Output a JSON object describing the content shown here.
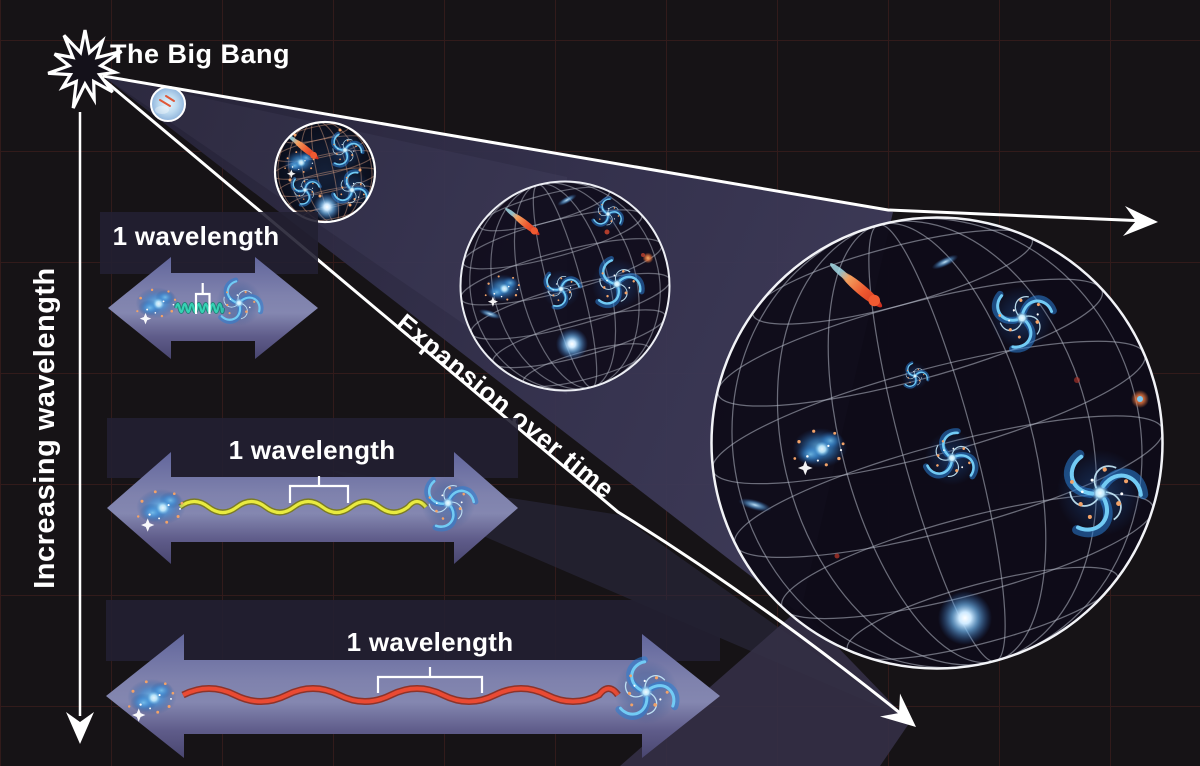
{
  "diagram": {
    "title": "The Big Bang",
    "expansion_label": "Expansion over time",
    "axis_label": "Increasing wavelength",
    "wavelength_labels": [
      "1 wavelength",
      "1 wavelength",
      "1 wavelength"
    ]
  },
  "colors": {
    "background": "#161316",
    "grid": "#44201f",
    "cone_fill": "#3a3750",
    "arrow_fill": "#7f82ad",
    "wave_short": "#35d2b4",
    "wave_medium": "#e9eb3f",
    "wave_long": "#ea4a33",
    "line": "#ffffff"
  }
}
